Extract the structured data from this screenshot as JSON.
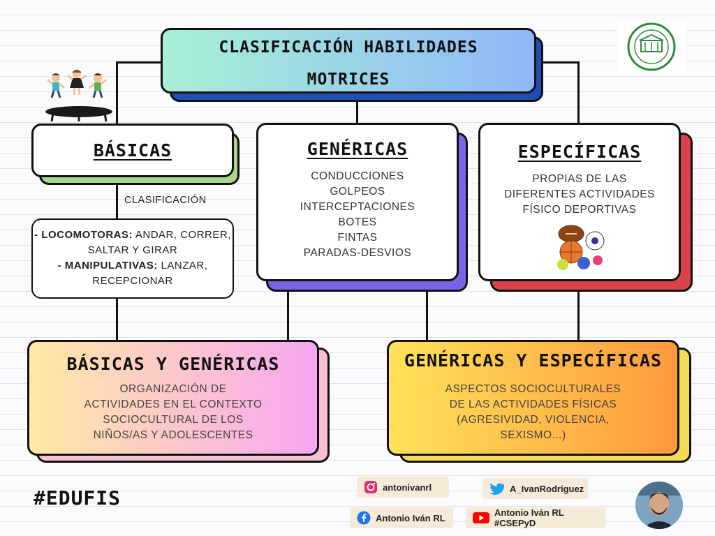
{
  "header": {
    "title_line1": "CLASIFICACIÓN HABILIDADES",
    "title_line2": "MOTRICES"
  },
  "basicas": {
    "title": "BÁSICAS",
    "sub_label": "CLASIFICACIÓN",
    "loco_label": "- LOCOMOTORAS:",
    "loco_text": "ANDAR, CORRER, SALTAR Y GIRAR",
    "mani_label": "- MANIPULATIVAS:",
    "mani_text": "LANZAR, RECEPCIONAR"
  },
  "genericas": {
    "title": "GENÉRICAS",
    "items": [
      "CONDUCCIONES",
      "GOLPEOS",
      "INTERCEPTACIONES",
      "BOTES",
      "FINTAS",
      "PARADAS-DESVIOS"
    ]
  },
  "especificas": {
    "title": "ESPECÍFICAS",
    "lines": [
      "PROPIAS DE LAS",
      "DIFERENTES ACTIVIDADES",
      "FÍSICO DEPORTIVAS"
    ]
  },
  "basicas_genericas": {
    "title": "BÁSICAS Y GENÉRICAS",
    "lines": [
      "ORGANIZACIÓN DE",
      "ACTIVIDADES EN EL CONTEXTO",
      "SOCIOCULTURAL DE LOS",
      "NIÑOS/AS Y ADOLESCENTES"
    ]
  },
  "genericas_especificas": {
    "title": "GENÉRICAS Y ESPECÍFICAS",
    "lines": [
      "ASPECTOS SOCIOCULTURALES",
      "DE LAS ACTIVIDADES FÍSICAS",
      "(AGRESIVIDAD, VIOLENCIA,",
      "SEXISMO...)"
    ]
  },
  "hashtag": "#EDUFIS",
  "social": {
    "instagram": "antonivanrl",
    "twitter": "A_IvanRodriguez",
    "facebook": "Antonio Iván RL",
    "youtube": "Antonio Iván RL #CSEPyD"
  },
  "colors": {
    "header_gradient": [
      "#a8f0d6",
      "#8fb8f8"
    ],
    "header_shadow": "#1f4fb5",
    "basicas_shadow": "#a9d68c",
    "genericas_shadow": "#7a63e6",
    "especificas_shadow": "#d9434a",
    "bg_gradient": [
      "#ffe9a3",
      "#f7a6f2"
    ],
    "bg_shadow": "#f6c0d2",
    "ge_gradient": [
      "#ffe25a",
      "#ff9a3c"
    ],
    "ge_shadow": "#f5da55"
  }
}
